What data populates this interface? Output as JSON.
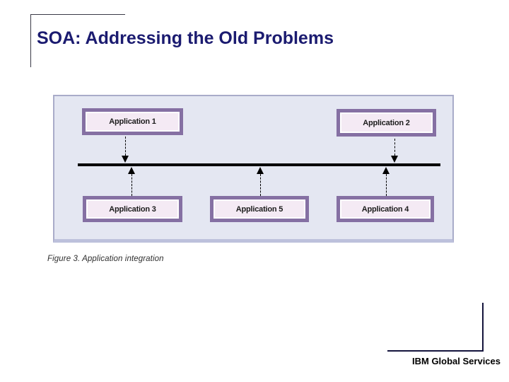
{
  "slide": {
    "title": "SOA: Addressing the Old Problems",
    "footer": "IBM Global Services"
  },
  "figure": {
    "caption": "Figure 3. Application integration"
  },
  "diagram": {
    "boxes": [
      {
        "id": "app1",
        "label": "Application 1",
        "row": "top"
      },
      {
        "id": "app2",
        "label": "Application 2",
        "row": "top"
      },
      {
        "id": "app3",
        "label": "Application 3",
        "row": "bottom"
      },
      {
        "id": "app5",
        "label": "Application 5",
        "row": "bottom"
      },
      {
        "id": "app4",
        "label": "Application 4",
        "row": "bottom"
      }
    ],
    "connectors": [
      {
        "from": "Application 1",
        "to": "integration-bus",
        "direction": "down"
      },
      {
        "from": "Application 2",
        "to": "integration-bus",
        "direction": "down"
      },
      {
        "from": "Application 3",
        "to": "integration-bus",
        "direction": "up"
      },
      {
        "from": "Application 5",
        "to": "integration-bus",
        "direction": "up"
      },
      {
        "from": "Application 4",
        "to": "integration-bus",
        "direction": "up"
      }
    ],
    "colors": {
      "title_text": "#1b1b70",
      "box_border": "#8570a3",
      "box_fill": "#f4eaf4",
      "panel_bg": "#e4e7f2",
      "panel_border": "#a9acc9",
      "bus_line": "#000000"
    }
  }
}
